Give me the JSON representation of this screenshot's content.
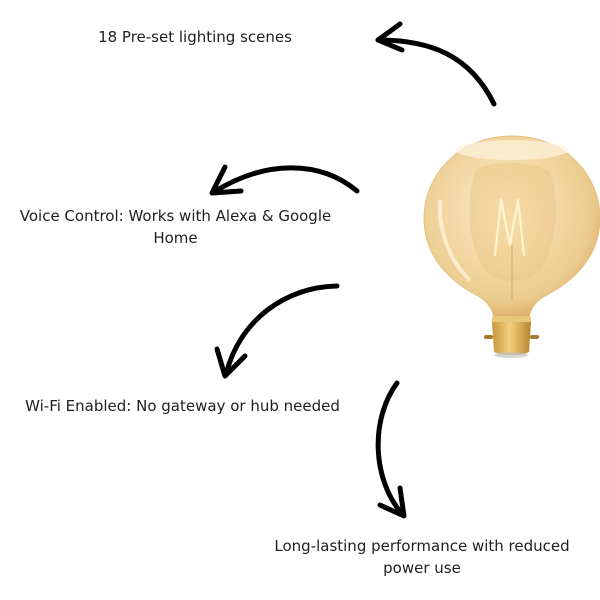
{
  "features": [
    {
      "id": "preset-scenes",
      "text": "18 Pre-set lighting scenes"
    },
    {
      "id": "voice-control",
      "text": "Voice Control: Works with Alexa & Google Home"
    },
    {
      "id": "wifi",
      "text": "Wi-Fi Enabled: No gateway or hub needed"
    },
    {
      "id": "long-lasting",
      "text": "Long-lasting performance with reduced power use"
    }
  ],
  "product": {
    "icon": "filament-globe-bulb-icon",
    "colors": {
      "glass": "#f3dcae",
      "glass_edge": "#e2b877",
      "filament": "#fff3c4",
      "base": "#d7a94d"
    }
  },
  "arrows": [
    {
      "icon": "curved-arrow-icon",
      "points_to": "preset-scenes"
    },
    {
      "icon": "curved-arrow-icon",
      "points_to": "voice-control"
    },
    {
      "icon": "curved-arrow-icon",
      "points_to": "wifi"
    },
    {
      "icon": "curved-arrow-icon",
      "points_to": "long-lasting"
    }
  ]
}
